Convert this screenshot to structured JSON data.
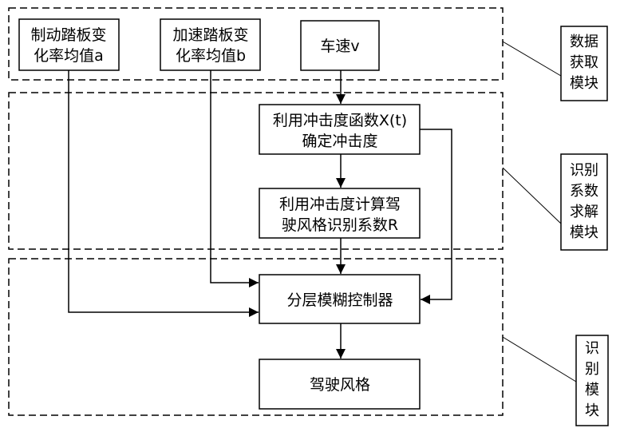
{
  "nodes": {
    "brake": {
      "line1": "制动踏板变",
      "line2": "化率均值a"
    },
    "accel": {
      "line1": "加速踏板变",
      "line2": "化率均值b"
    },
    "speed": {
      "label": "车速v"
    },
    "jerk_fn": {
      "line1": "利用冲击度函数X(t)",
      "line2": "确定冲击度"
    },
    "coef_calc": {
      "line1": "利用冲击度计算驾",
      "line2": "驶风格识别系数R"
    },
    "controller": {
      "label": "分层模糊控制器"
    },
    "style": {
      "label": "驾驶风格"
    }
  },
  "modules": {
    "data": {
      "lines": [
        "数据",
        "获取",
        "模块"
      ]
    },
    "coef": {
      "lines": [
        "识别",
        "系数",
        "求解",
        "模块"
      ]
    },
    "ident": {
      "lines": [
        "识",
        "别",
        "模",
        "块"
      ]
    }
  },
  "colors": {
    "stroke": "#000000",
    "background": "#ffffff"
  }
}
